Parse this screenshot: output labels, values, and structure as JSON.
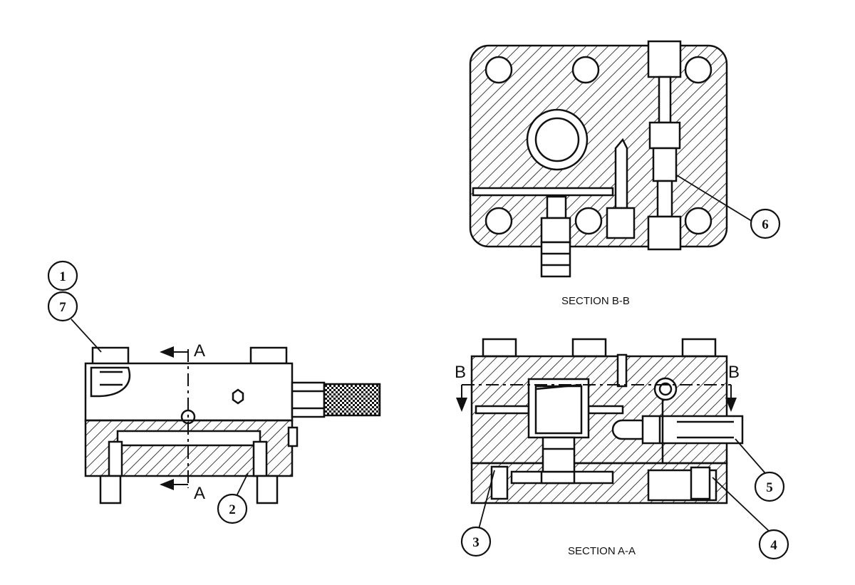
{
  "callouts": [
    "1",
    "7",
    "2",
    "6",
    "3",
    "4",
    "5"
  ],
  "section_marks": {
    "a_top": "A",
    "a_bottom": "A",
    "b_left": "B",
    "b_right": "B"
  },
  "captions": {
    "section_bb": "SECTION B-B",
    "section_aa": "SECTION A-A"
  },
  "colors": {
    "ink": "#111111",
    "paper": "#ffffff"
  }
}
